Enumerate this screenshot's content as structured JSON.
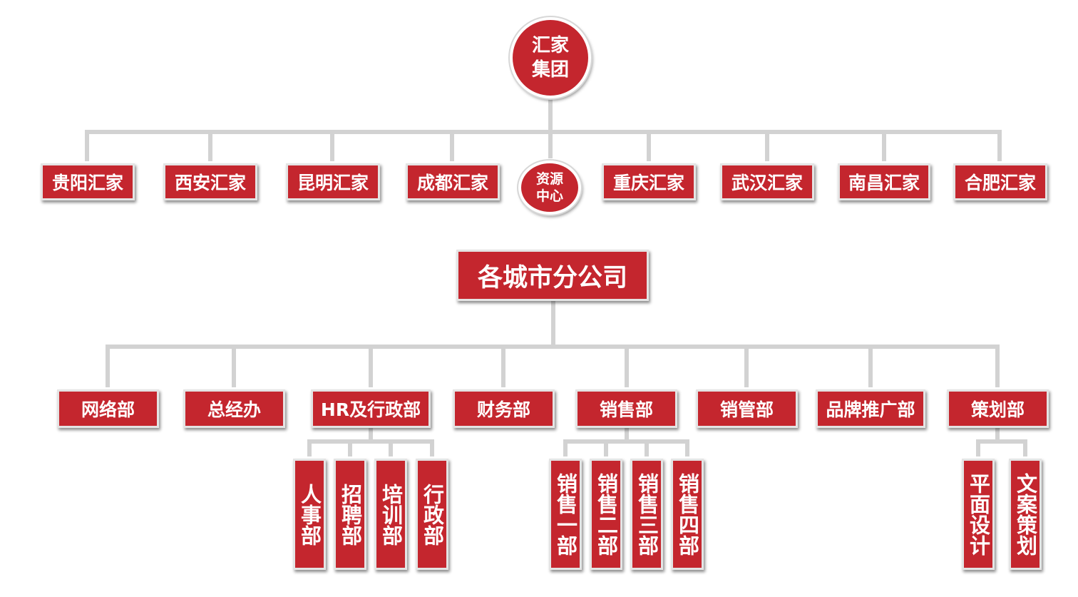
{
  "root": {
    "line1": "汇家",
    "line2": "集团"
  },
  "hub": {
    "line1": "资源",
    "line2": "中心"
  },
  "cities": [
    "贵阳汇家",
    "西安汇家",
    "昆明汇家",
    "成都汇家",
    "重庆汇家",
    "武汉汇家",
    "南昌汇家",
    "合肥汇家"
  ],
  "branch": "各城市分公司",
  "departments": [
    "网络部",
    "总经办",
    "HR及行政部",
    "财务部",
    "销售部",
    "销管部",
    "品牌推广部",
    "策划部"
  ],
  "hr_subunits": [
    "人事部",
    "招聘部",
    "培训部",
    "行政部"
  ],
  "sales_subunits": [
    "销售一部",
    "销售二部",
    "销售三部",
    "销售四部"
  ],
  "planning_subunits": [
    "平面设计",
    "文案策划"
  ],
  "colors": {
    "node": "#c4262e",
    "text": "#ffffff",
    "line": "#d2d2d2",
    "border": "#e4e4e4"
  }
}
